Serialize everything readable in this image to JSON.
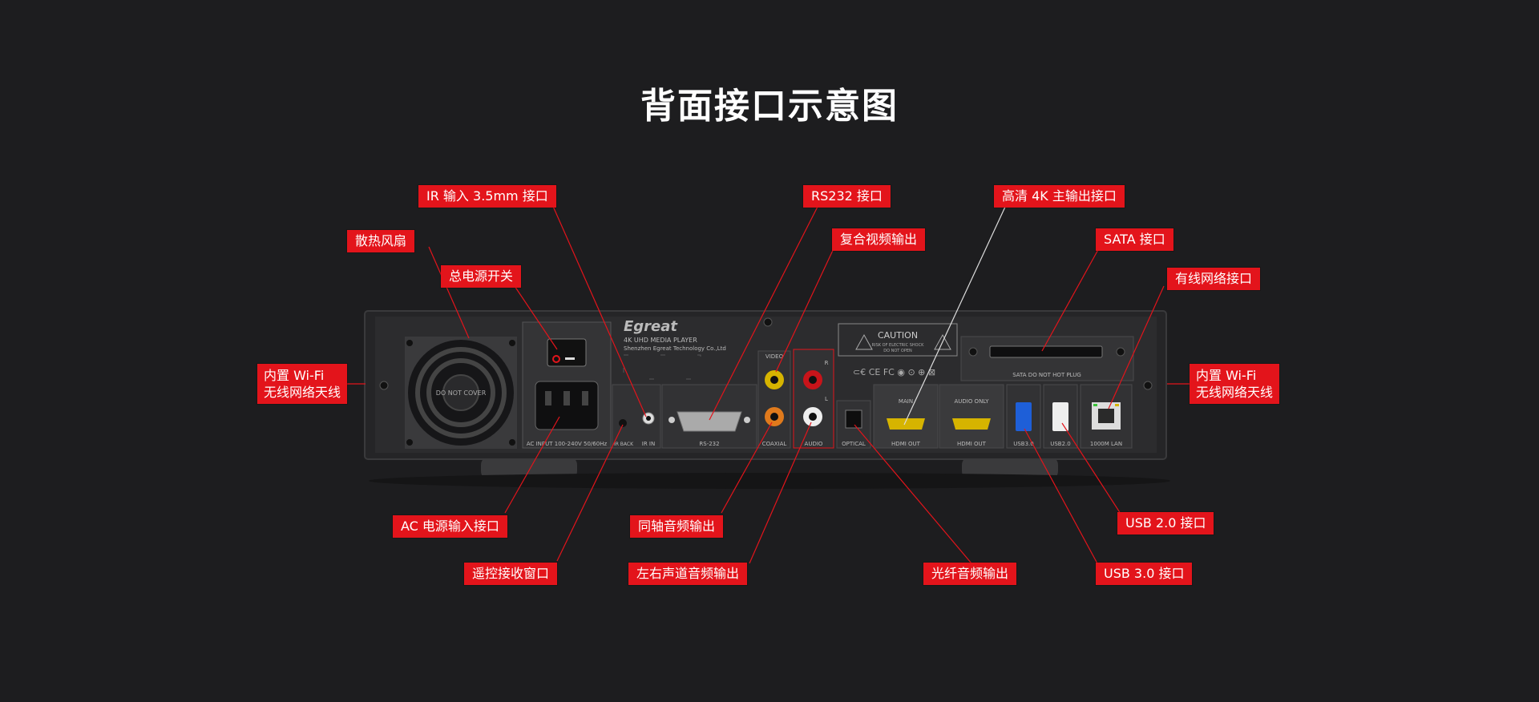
{
  "title": "背面接口示意图",
  "device": {
    "brand": "Egreat",
    "model_line1": "4K UHD MEDIA PLAYER",
    "model_line2": "Shenzhen Egreat Technology Co.,Ltd",
    "fan_label": "DO NOT COVER",
    "caution_title": "CAUTION",
    "caution_line1": "RISK OF ELECTRIC SHOCK",
    "caution_line2": "DO NOT OPEN",
    "cert_marks": "⊂€ CE FC ◉ ⊙ ⊕ ⊠",
    "ports": {
      "ac_input": "AC INPUT 100-240V 50/60Hz",
      "ir_back": "IR BACK",
      "ir_in": "IR IN",
      "rs232": "RS-232",
      "video": "VIDEO",
      "r": "R",
      "l": "L",
      "coaxial": "COAXIAL",
      "audio": "AUDIO",
      "optical": "OPTICAL",
      "main": "MAIN",
      "hdmi_out_1": "HDMI OUT",
      "audio_only": "AUDIO ONLY",
      "hdmi_out_2": "HDMI OUT",
      "usb3": "USB3.0",
      "usb2": "USB2.0",
      "lan": "1000M LAN",
      "sata": "SATA  DO NOT HOT PLUG"
    }
  },
  "callouts": {
    "ir_input": "IR 输入 3.5mm 接口",
    "rs232": "RS232 接口",
    "hdmi_4k": "高清 4K 主输出接口",
    "fan": "散热风扇",
    "power_switch": "总电源开关",
    "composite_video": "复合视频输出",
    "sata": "SATA 接口",
    "wired_network": "有线网络接口",
    "wifi_left_1": "内置 Wi-Fi",
    "wifi_left_2": "无线网络天线",
    "wifi_right_1": "内置 Wi-Fi",
    "wifi_right_2": "无线网络天线",
    "ac_power": "AC 电源输入接口",
    "coax_audio": "同轴音频输出",
    "remote_window": "遥控接收窗口",
    "lr_audio": "左右声道音频输出",
    "optical_audio": "光纤音频输出",
    "usb2": "USB 2.0 接口",
    "usb3": "USB 3.0 接口"
  },
  "colors": {
    "background": "#1d1d1f",
    "callout": "#e3141b",
    "leader": "#e3141b",
    "hdmi_leader": "#dddddd",
    "chassis": "#2a2a2c",
    "panel_text": "#cfcfcf"
  }
}
